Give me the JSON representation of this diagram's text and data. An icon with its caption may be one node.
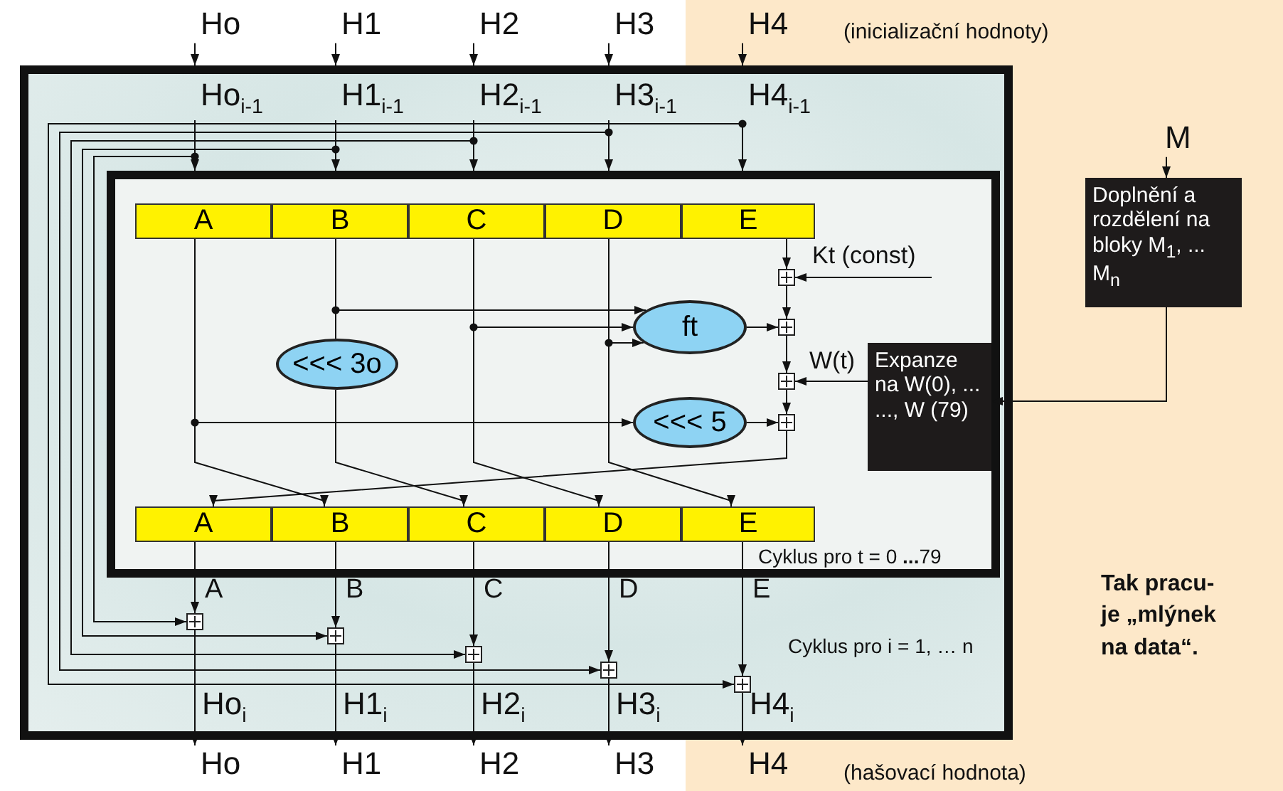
{
  "diagram": {
    "nodes": [
      {
        "text": [
          "Ho"
        ]
      },
      {
        "text": [
          "H1"
        ]
      },
      {
        "text": [
          "H2"
        ]
      },
      {
        "text": [
          "H3"
        ]
      },
      {
        "text": [
          "H4"
        ]
      },
      {
        "text": [
          "Cyklus pro i = 1, … n"
        ]
      },
      {
        "text": [
          "Ho$_{i-1}$"
        ],
        "in": 5
      },
      {
        "text": [
          "H1$_{i-1}$"
        ],
        "in": 5
      },
      {
        "text": [
          "H2$_{i-1}$"
        ],
        "in": 5
      },
      {
        "text": [
          "H3$_{i-1}$"
        ],
        "in": 5
      },
      {
        "text": [
          "H4$_{i-1}$"
        ],
        "in": 5
      },
      {
        "text": [
          "Cyklus pro t = 0 **...**79"
        ],
        "in": 5
      },
      {
        "text": [
          "A"
        ],
        "in": 11
      },
      {
        "text": [
          "B"
        ],
        "in": 11
      },
      {
        "text": [
          "C"
        ],
        "in": 11
      },
      {
        "text": [
          "D"
        ],
        "in": 11
      },
      {
        "text": [
          "E"
        ],
        "in": 11
      },
      {
        "text": [
          "<<< 3o"
        ],
        "in": 11
      },
      {
        "text": [
          "ft"
        ],
        "in": 11
      },
      {
        "text": [
          "<<< 5"
        ],
        "in": 11
      },
      {
        "text": [],
        "shape": "box",
        "in": 11
      },
      {
        "text": [],
        "shape": "box",
        "in": 11
      },
      {
        "text": [],
        "shape": "box",
        "in": 11
      },
      {
        "text": [],
        "shape": "box",
        "in": 11
      },
      {
        "text": [
          "Expanze na W(0), ... ..., W (79)"
        ],
        "in": 11
      },
      {
        "text": [
          "A"
        ],
        "in": 11
      },
      {
        "text": [
          "B"
        ],
        "in": 11
      },
      {
        "text": [
          "C"
        ],
        "in": 11
      },
      {
        "text": [
          "D"
        ],
        "in": 11
      },
      {
        "text": [
          "E"
        ],
        "in": 11
      },
      {
        "text": [],
        "shape": "box",
        "in": 5
      },
      {
        "text": [],
        "shape": "box",
        "in": 5
      },
      {
        "text": [],
        "shape": "box",
        "in": 5
      },
      {
        "text": [],
        "shape": "box",
        "in": 5
      },
      {
        "text": [],
        "shape": "box",
        "in": 5
      },
      {
        "text": [
          "Ho"
        ]
      },
      {
        "text": [
          "H1"
        ]
      },
      {
        "text": [
          "H2"
        ]
      },
      {
        "text": [
          "H3"
        ]
      },
      {
        "text": [
          "H4"
        ]
      },
      {
        "text": [
          "M"
        ]
      },
      {
        "text": [
          "Doplnění a rozdělení na bloky M$_{1}$, ... M$_{n}$"
        ]
      }
    ],
    "edges": [
      {
        "from": 0,
        "to": 5,
        "arrow": "to"
      },
      {
        "from": 1,
        "to": 5,
        "arrow": "to"
      },
      {
        "from": 2,
        "to": 5,
        "arrow": "to"
      },
      {
        "from": 3,
        "to": 5,
        "arrow": "to"
      },
      {
        "from": 4,
        "to": 5,
        "arrow": "to"
      },
      {
        "from": 6,
        "to": 11,
        "arrow": "to"
      },
      {
        "from": 7,
        "to": 11,
        "arrow": "to"
      },
      {
        "from": 8,
        "to": 11,
        "arrow": "to"
      },
      {
        "from": 9,
        "to": 11,
        "arrow": "to"
      },
      {
        "from": 10,
        "to": 11,
        "arrow": "to"
      },
      {
        "from": 6,
        "to": 30,
        "arrow": "to"
      },
      {
        "from": 7,
        "to": 31,
        "arrow": "to"
      },
      {
        "from": 8,
        "to": 32,
        "arrow": "to"
      },
      {
        "from": 9,
        "to": 33,
        "arrow": "to"
      },
      {
        "from": 10,
        "to": 34,
        "arrow": "to"
      },
      {
        "from": 12,
        "to": 19,
        "arrow": "to"
      },
      {
        "from": 12,
        "to": 26,
        "arrow": "to"
      },
      {
        "from": 13,
        "to": 18,
        "arrow": "to"
      },
      {
        "from": 13,
        "to": 17,
        "arrow": "none"
      },
      {
        "from": 17,
        "to": 27,
        "arrow": "to"
      },
      {
        "from": 14,
        "to": 18,
        "arrow": "to"
      },
      {
        "from": 14,
        "to": 28,
        "arrow": "to"
      },
      {
        "from": 15,
        "to": 18,
        "arrow": "to"
      },
      {
        "from": 15,
        "to": 29,
        "arrow": "to"
      },
      {
        "from": 16,
        "to": 20,
        "arrow": "to"
      },
      {
        "from": null,
        "to": 20,
        "label": "Kt (const)",
        "arrow": "to"
      },
      {
        "from": 20,
        "to": 21,
        "arrow": "to"
      },
      {
        "from": 18,
        "to": 21,
        "arrow": "to"
      },
      {
        "from": 21,
        "to": 22,
        "arrow": "to"
      },
      {
        "from": 24,
        "to": 22,
        "label": "W(t)",
        "arrow": "to"
      },
      {
        "from": 22,
        "to": 23,
        "arrow": "to"
      },
      {
        "from": 19,
        "to": 23,
        "arrow": "to"
      },
      {
        "from": 23,
        "to": 25,
        "arrow": "to"
      },
      {
        "from": 25,
        "to": 30,
        "label": "A",
        "arrow": "to"
      },
      {
        "from": 26,
        "to": 31,
        "label": "B",
        "arrow": "to"
      },
      {
        "from": 27,
        "to": 32,
        "label": "C",
        "arrow": "to"
      },
      {
        "from": 28,
        "to": 33,
        "label": "D",
        "arrow": "to"
      },
      {
        "from": 29,
        "to": 34,
        "label": "E",
        "arrow": "to"
      },
      {
        "from": 30,
        "to": 35,
        "label": "Ho$_{i}$",
        "arrow": "to"
      },
      {
        "from": 31,
        "to": 36,
        "label": "H1$_{i}$",
        "arrow": "to"
      },
      {
        "from": 32,
        "to": 37,
        "label": "H2$_{i}$",
        "arrow": "to"
      },
      {
        "from": 33,
        "to": 38,
        "label": "H3$_{i}$",
        "arrow": "to"
      },
      {
        "from": 34,
        "to": 39,
        "label": "H4$_{i}$",
        "arrow": "to"
      },
      {
        "from": 40,
        "to": 41,
        "arrow": "to"
      },
      {
        "from": 41,
        "to": 24,
        "arrow": "to"
      }
    ],
    "labels": [
      "(inicializační hodnoty)",
      "Tak pracu- je „mlýnek na data“.",
      "(hašovací hodnota)"
    ]
  }
}
